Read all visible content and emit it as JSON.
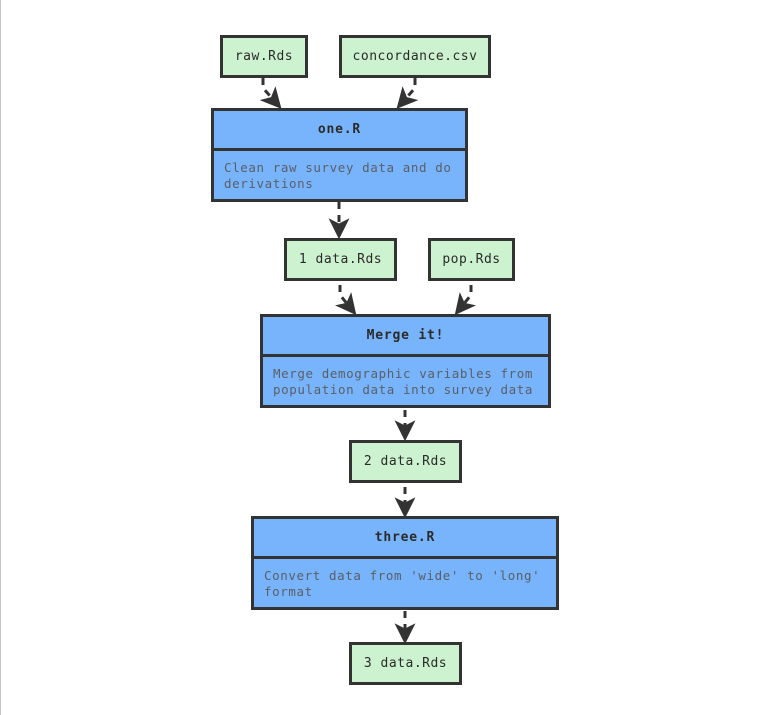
{
  "diagram": {
    "title": "data pipeline flowchart",
    "background": "#ffffff",
    "colors": {
      "file_fill": "#ccf2cf",
      "process_fill": "#78b4fb",
      "border": "#333333",
      "title_text": "#2b2b2b",
      "desc_text": "#5a5f66",
      "edge": "#333333",
      "canvas_border": "#c6c6c6"
    },
    "nodes": {
      "raw_rds": {
        "label": "raw.Rds",
        "type": "file"
      },
      "concordance_csv": {
        "label": "concordance.csv",
        "type": "file"
      },
      "one_r": {
        "type": "process",
        "title": "one.R",
        "desc_line1": "Clean raw survey data and do",
        "desc_line2": "derivations"
      },
      "one_data_rds": {
        "label": "1 data.Rds",
        "type": "file"
      },
      "pop_rds": {
        "label": "pop.Rds",
        "type": "file"
      },
      "merge_it": {
        "type": "process",
        "title": "Merge it!",
        "desc_line1": "Merge demographic variables from",
        "desc_line2": "population data into survey data"
      },
      "two_data_rds": {
        "label": "2 data.Rds",
        "type": "file"
      },
      "three_r": {
        "type": "process",
        "title": "three.R",
        "desc_line1": "Convert data from 'wide' to 'long'",
        "desc_line2": "format"
      },
      "three_data_rds": {
        "label": "3 data.Rds",
        "type": "file"
      }
    },
    "edges": [
      {
        "from": "raw.Rds",
        "to": "one.R",
        "style": "dashed"
      },
      {
        "from": "concordance.csv",
        "to": "one.R",
        "style": "dashed"
      },
      {
        "from": "one.R",
        "to": "1 data.Rds",
        "style": "dashed"
      },
      {
        "from": "1 data.Rds",
        "to": "Merge it!",
        "style": "dashed"
      },
      {
        "from": "pop.Rds",
        "to": "Merge it!",
        "style": "dashed"
      },
      {
        "from": "Merge it!",
        "to": "2 data.Rds",
        "style": "dashed"
      },
      {
        "from": "2 data.Rds",
        "to": "three.R",
        "style": "dashed"
      },
      {
        "from": "three.R",
        "to": "3 data.Rds",
        "style": "dashed"
      }
    ]
  }
}
